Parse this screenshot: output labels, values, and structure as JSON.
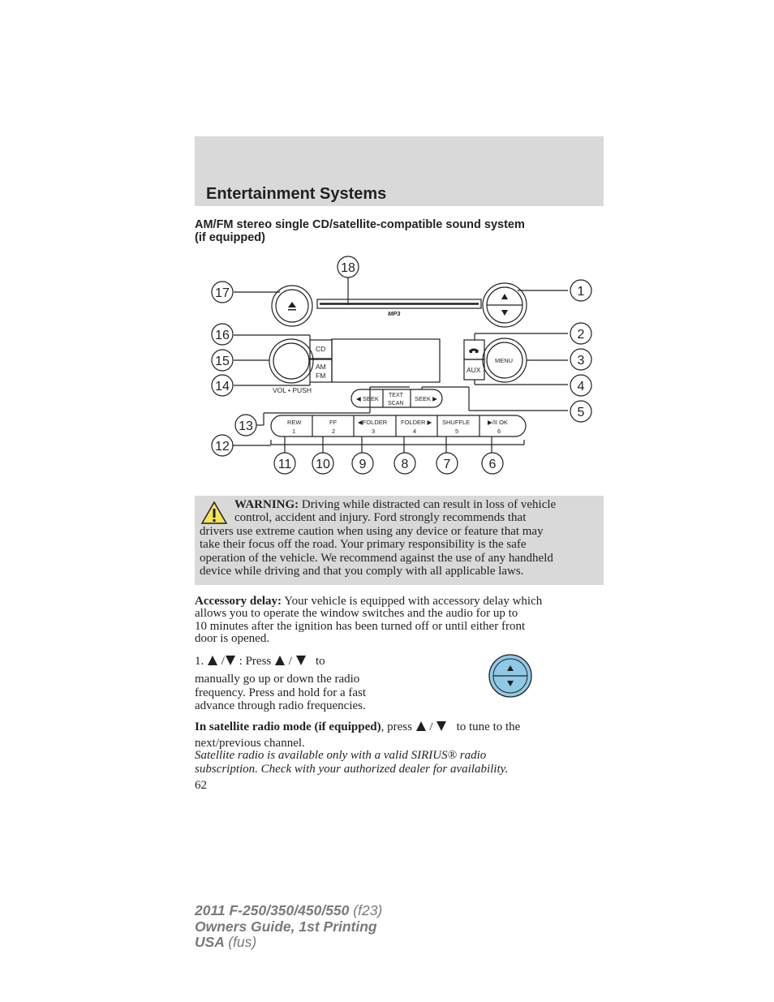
{
  "header": {
    "section_title": "Entertainment Systems"
  },
  "subheading": {
    "line1": "AM/FM stereo single CD/satellite-compatible sound system",
    "line2": "(if equipped)"
  },
  "diagram": {
    "callouts": [
      "1",
      "2",
      "3",
      "4",
      "5",
      "6",
      "7",
      "8",
      "9",
      "10",
      "11",
      "12",
      "13",
      "14",
      "15",
      "16",
      "17",
      "18"
    ],
    "labels": {
      "mp3": "MP3",
      "cd": "CD",
      "am": "AM",
      "fm": "FM",
      "vol_push": "VOL • PUSH",
      "aux": "AUX",
      "menu": "MENU",
      "seek_left": "◀ SEEK",
      "seek_right": "SEEK ▶",
      "text": "TEXT",
      "scan": "SCAN"
    },
    "presets": [
      {
        "label": "REW",
        "number": "1"
      },
      {
        "label": "FF",
        "number": "2"
      },
      {
        "label": "◀FOLDER",
        "number": "3"
      },
      {
        "label": "FOLDER ▶",
        "number": "4"
      },
      {
        "label": "SHUFFLE",
        "number": "5"
      },
      {
        "label": "▶/II  OK",
        "number": "6"
      }
    ]
  },
  "warning": {
    "label": "WARNING:",
    "line1": "Driving while distracted can result in loss of vehicle",
    "line2": "control, accident and injury. Ford strongly recommends that",
    "line3": "drivers use extreme caution when using any device or feature that may",
    "line4": "take their focus off the road. Your primary responsibility is the safe",
    "line5": "operation of the vehicle. We recommend against the use of any handheld",
    "line6": "device while driving and that you comply with all applicable laws."
  },
  "accessory_delay": {
    "label": "Accessory delay:",
    "line1": "Your vehicle is equipped with accessory delay which",
    "line2": "allows you to operate the window switches and the audio for up to",
    "line3": "10 minutes after the ignition has been turned off or until either front",
    "line4": "door is opened."
  },
  "step1": {
    "number": "1.",
    "slash": "/",
    "press": ": Press",
    "to": "to",
    "line2": "manually go up or down the radio",
    "line3": "frequency. Press and hold for a fast",
    "line4": "advance through radio frequencies."
  },
  "satellite": {
    "label": "In satellite radio mode (if equipped)",
    "press": ", press",
    "slash": "/",
    "tail": "to tune to the",
    "line2": "next/previous channel.",
    "italic_line1": "Satellite radio is available only with a valid SIRIUS® radio",
    "italic_line2": "subscription. Check with your authorized dealer for availability."
  },
  "page_number": "62",
  "footer": {
    "model": "2011 F-250/350/450/550",
    "model_code": "(f23)",
    "guide": "Owners Guide, 1st Printing",
    "region": "USA",
    "region_code": "(fus)"
  },
  "colors": {
    "band_gray": "#d9d9d9",
    "warning_yellow": "#f5e35a",
    "seek_button_blue": "#8fc9e6",
    "footer_gray": "#7a7a7a"
  }
}
